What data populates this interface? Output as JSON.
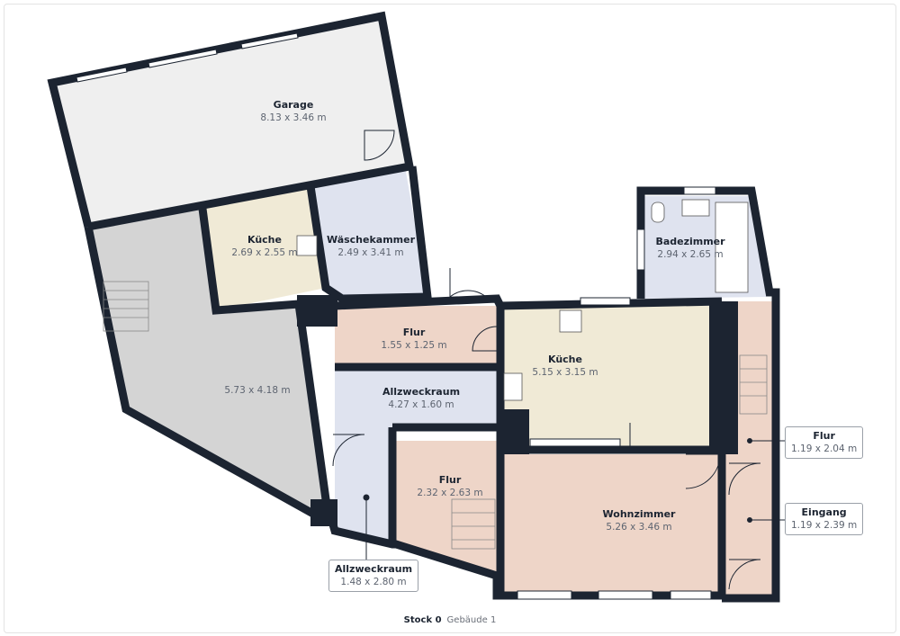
{
  "rooms": [
    {
      "name": "Garage",
      "dims": "8.13 x 3.46 m"
    },
    {
      "name": "Küche",
      "dims": "2.69 x 2.55 m"
    },
    {
      "name": "Wäschekammer",
      "dims": "2.49 x 3.41 m"
    },
    {
      "name": "",
      "dims": "5.73 x 4.18 m"
    },
    {
      "name": "Flur",
      "dims": "1.55 x 1.25 m"
    },
    {
      "name": "Allzweckraum",
      "dims": "4.27 x 1.60 m"
    },
    {
      "name": "Flur",
      "dims": "2.32 x 2.63 m"
    },
    {
      "name": "Küche",
      "dims": "5.15 x 3.15 m"
    },
    {
      "name": "Badezimmer",
      "dims": "2.94 x 2.65 m"
    },
    {
      "name": "Wohnzimmer",
      "dims": "5.26 x 3.46 m"
    }
  ],
  "callouts": [
    {
      "name": "Flur",
      "dims": "1.19 x 2.04 m"
    },
    {
      "name": "Eingang",
      "dims": "1.19 x 2.39 m"
    },
    {
      "name": "Allzweckraum",
      "dims": "1.48 x 2.80 m"
    }
  ],
  "footer": {
    "floor": "Stock 0",
    "building": "Gebäude 1"
  },
  "colors": {
    "wall": "#1c2431",
    "peach": "#eed5c8",
    "beige": "#f0ead6",
    "blue": "#dfe3ef",
    "gray": "#d4d4d4",
    "garage": "#efefef"
  }
}
